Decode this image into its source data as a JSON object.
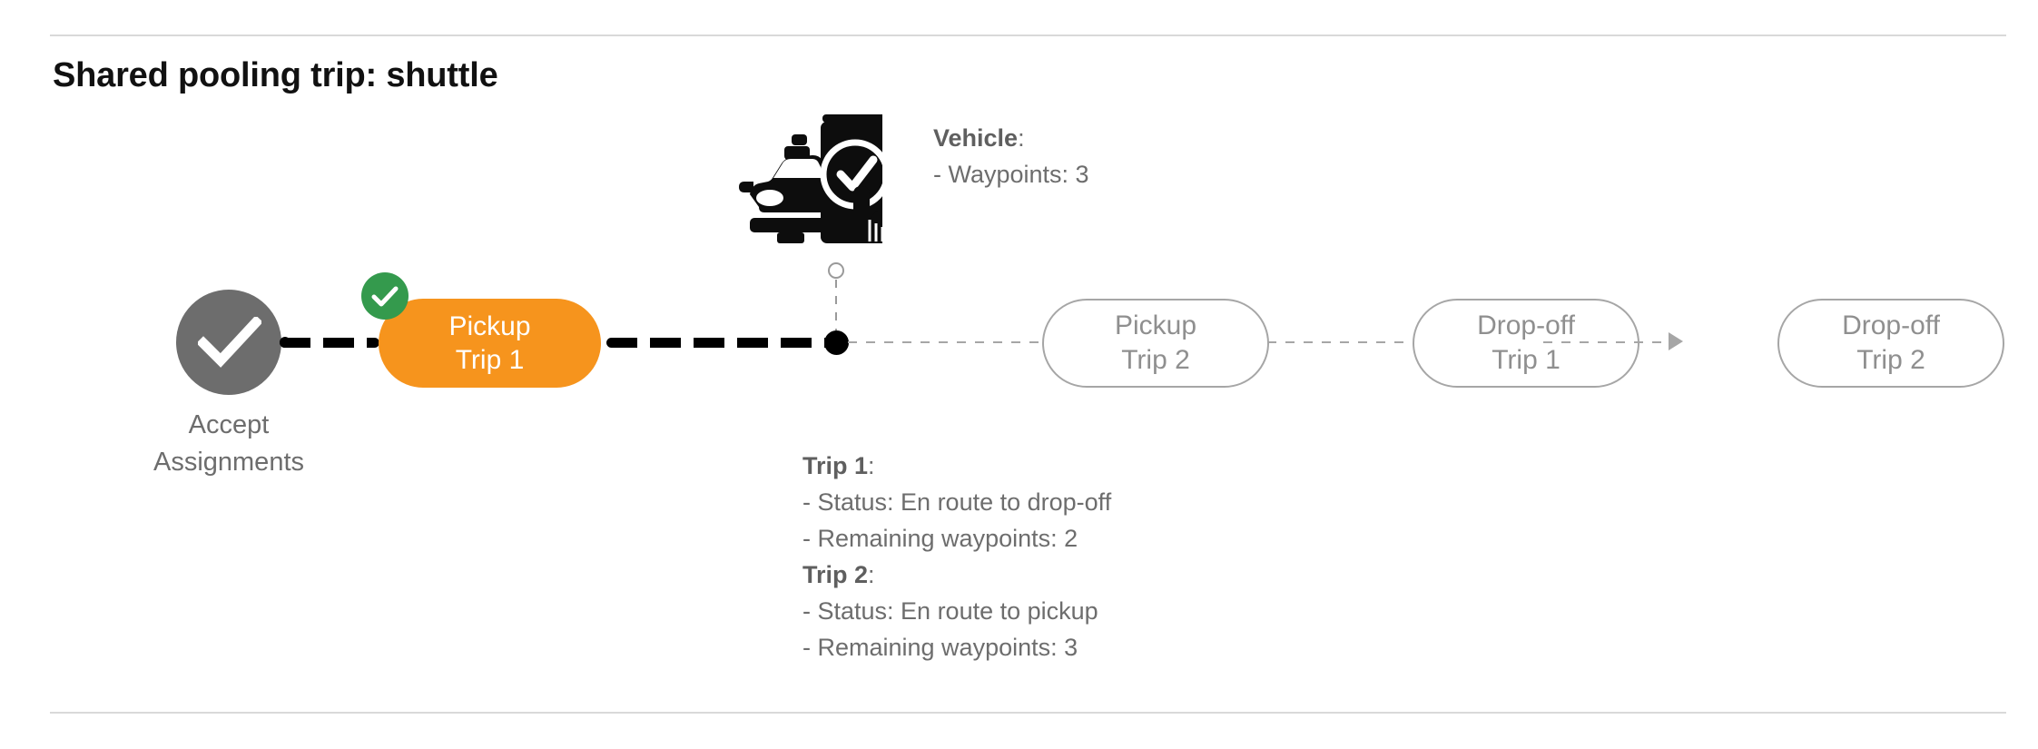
{
  "page": {
    "title": "Shared pooling trip: shuttle",
    "accent_orange": "#f6941d",
    "accent_green": "#349a4d",
    "node_gray": "#6d6d6d",
    "idle_gray": "#a6a6a6"
  },
  "timeline": {
    "start_node": {
      "label_line1": "Accept",
      "label_line2": "Assignments",
      "icon": "check-icon",
      "state": "completed"
    },
    "active_step": {
      "line1": "Pickup",
      "line2": "Trip 1",
      "state": "completed",
      "badge_icon": "check-badge-icon"
    },
    "vehicle_marker": {
      "icon": "car-phone-check-icon",
      "position_label": "current-vehicle-position"
    },
    "upcoming_steps": [
      {
        "line1": "Pickup",
        "line2": "Trip 2",
        "state": "pending"
      },
      {
        "line1": "Drop-off",
        "line2": "Trip 1",
        "state": "pending"
      },
      {
        "line1": "Drop-off",
        "line2": "Trip 2",
        "state": "pending"
      }
    ]
  },
  "vehicle_info": {
    "heading": "Vehicle",
    "heading_colon": ":",
    "waypoints_line": "- Waypoints: 3",
    "waypoints_value": "3"
  },
  "trips_info": [
    {
      "heading": "Trip 1",
      "heading_colon": ":",
      "status_line": "- Status:  En route to drop-off",
      "status_value": "En route to drop-off",
      "waypoints_line": "- Remaining waypoints: 2",
      "waypoints_value": "2"
    },
    {
      "heading": "Trip 2",
      "heading_colon": ":",
      "status_line": "- Status:  En route to pickup",
      "status_value": "En route to pickup",
      "waypoints_line": "- Remaining waypoints: 3",
      "waypoints_value": "3"
    }
  ]
}
